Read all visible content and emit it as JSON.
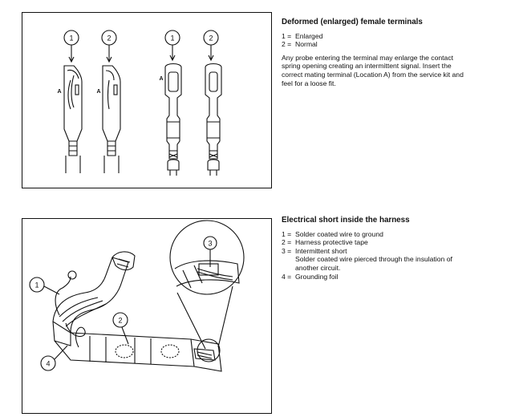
{
  "top": {
    "title": "Deformed (enlarged) female terminals",
    "items": [
      {
        "num": "1 =",
        "text": "Enlarged"
      },
      {
        "num": "2 =",
        "text": "Normal"
      }
    ],
    "paragraph": "Any probe entering the terminal may enlarge the contact spring opening creating an intermittent signal. Insert the correct mating terminal (Location A) from the service kit and feel for a loose fit.",
    "callouts": [
      "1",
      "2",
      "1",
      "2"
    ],
    "location_labels": [
      "A",
      "A",
      "A"
    ]
  },
  "bottom": {
    "title": "Electrical short inside the harness",
    "items": [
      {
        "num": "1 =",
        "text": "Solder coated wire to ground"
      },
      {
        "num": "2 =",
        "text": "Harness protective tape"
      },
      {
        "num": "3 =",
        "text": "Intermittent short"
      },
      {
        "num": "",
        "text": "Solder coated wire pierced through the insulation of another circuit."
      },
      {
        "num": "4 =",
        "text": "Grounding foil"
      }
    ],
    "callouts": [
      "1",
      "2",
      "3",
      "4"
    ]
  }
}
